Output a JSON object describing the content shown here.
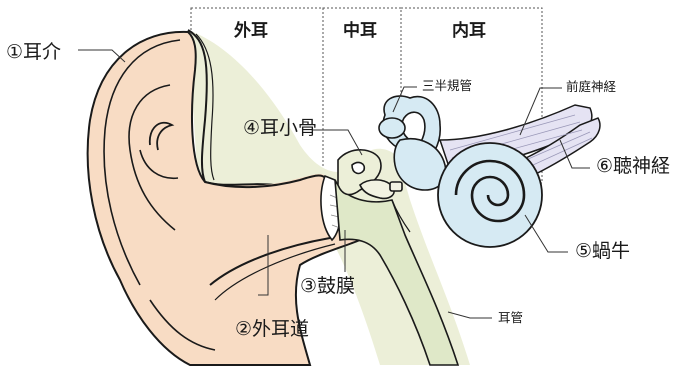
{
  "sections": {
    "outer": "外耳",
    "middle": "中耳",
    "inner": "内耳"
  },
  "labels": {
    "auricle": "①耳介",
    "ear_canal": "②外耳道",
    "eardrum": "③鼓膜",
    "ossicles": "④耳小骨",
    "cochlea": "⑤蝸牛",
    "auditory_nerve": "⑥聴神経",
    "semicircular_canals": "三半規管",
    "vestibular_nerve": "前庭神経",
    "eustachian_tube": "耳管"
  },
  "colors": {
    "skin": "#f8dcc4",
    "bone": "#ecefd8",
    "inner_ear": "#d6eaf3",
    "nerve": "#e5e3f3",
    "outline": "#1a1a1a"
  }
}
